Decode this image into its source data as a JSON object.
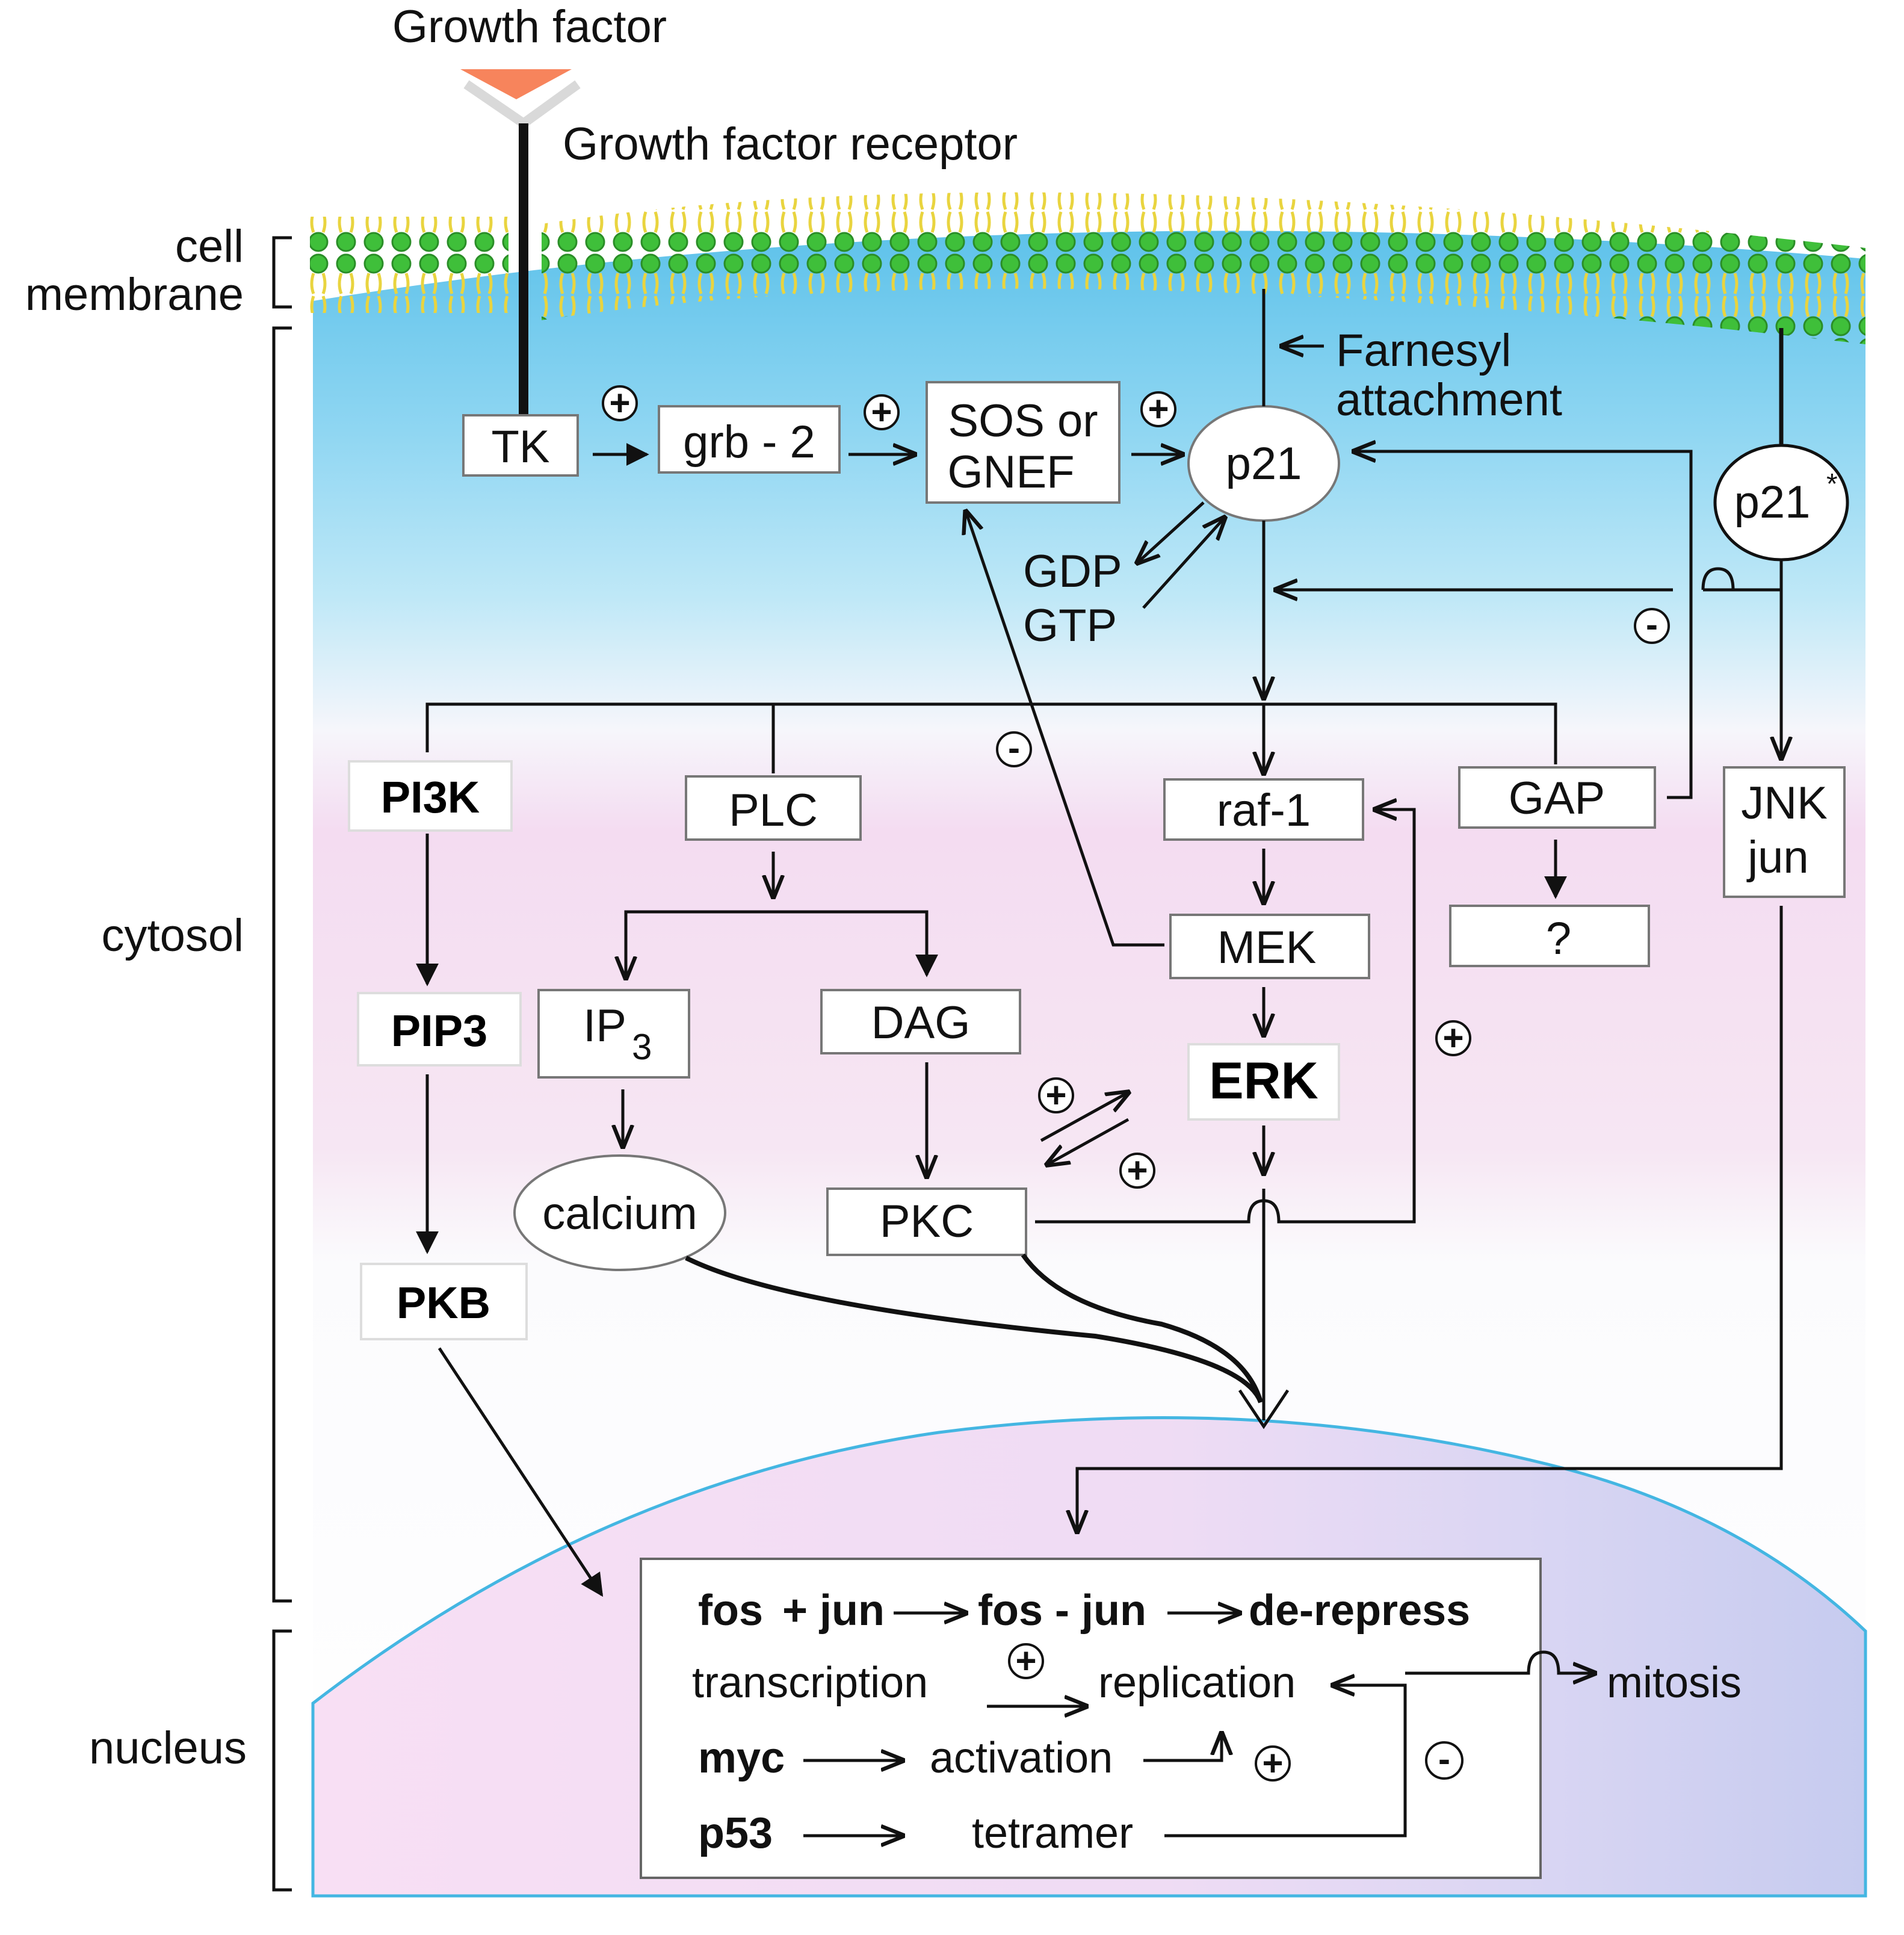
{
  "growth_factor": "Growth factor",
  "receptor_label": "Growth factor receptor",
  "compartments": {
    "cell_membrane_1": "cell",
    "cell_membrane_2": "membrane",
    "cytosol": "cytosol",
    "nucleus": "nucleus"
  },
  "nodes": {
    "tk": "TK",
    "grb2": "grb - 2",
    "sos_1": "SOS or",
    "sos_2": "GNEF",
    "p21": "p21",
    "p21_star": "p21",
    "p21_star_sup": "*",
    "farnesyl_1": "Farnesyl",
    "farnesyl_2": "attachment",
    "gdp": "GDP",
    "gtp": "GTP",
    "pi3k": "PI3K",
    "plc": "PLC",
    "raf1": "raf-1",
    "gap": "GAP",
    "jnk_1": "JNK",
    "jnk_2": "jun",
    "question": "?",
    "mek": "MEK",
    "pip3": "PIP3",
    "ip3": "IP",
    "ip3_sub": "3",
    "dag": "DAG",
    "erk": "ERK",
    "calcium": "calcium",
    "pkc": "PKC",
    "pkb": "PKB"
  },
  "signs": {
    "plus": "+",
    "minus": "-"
  },
  "nucleus_box": {
    "fos": "fos",
    "plus_jun": "+ jun",
    "fos_jun": "fos - jun",
    "derepress": "de-repress",
    "transcription": "transcription",
    "replication": "replication",
    "mitosis": "mitosis",
    "myc": "myc",
    "activation": "activation",
    "p53": "p53",
    "tetramer": "tetramer"
  },
  "colors": {
    "cytosol_top": "#6fc9ec",
    "cytosol_mid": "#f3dcf1",
    "nucleus_left": "#f8dff4",
    "nucleus_right": "#c9cdf0",
    "membrane_head": "#3ec63a",
    "membrane_tail": "#f2e34a",
    "ligand": "#f7845c"
  }
}
